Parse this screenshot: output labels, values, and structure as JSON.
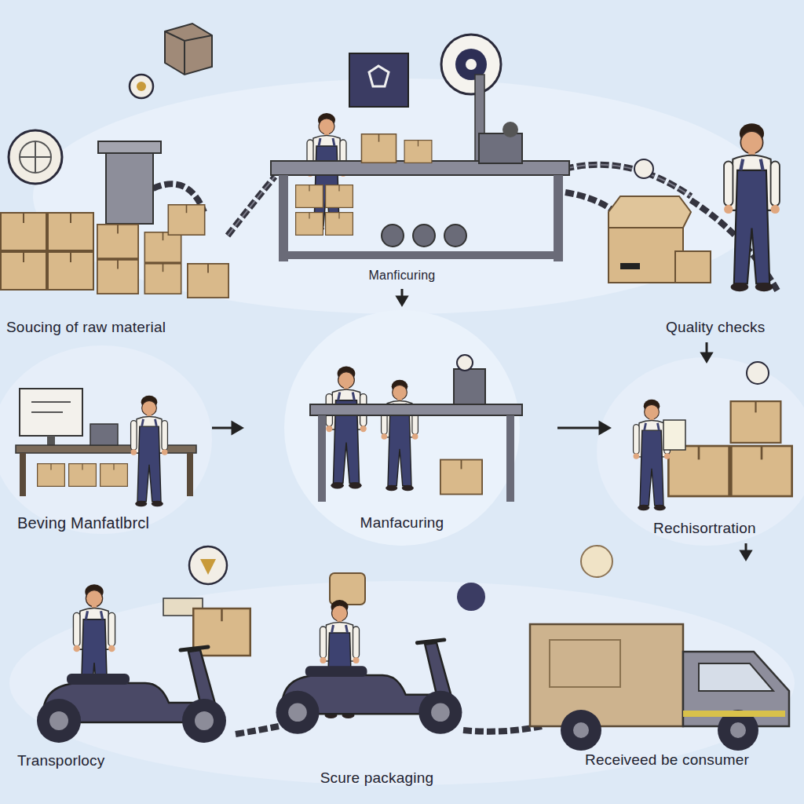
{
  "diagram": {
    "labels": [
      "Manficuring",
      "Soucing of raw material",
      "Quality checks",
      "Beving Manfatlbrcl",
      "Manfacuring",
      "Rechisortration",
      "Transporlocy",
      "Scure packaging",
      "Receiveed be consumer"
    ]
  }
}
